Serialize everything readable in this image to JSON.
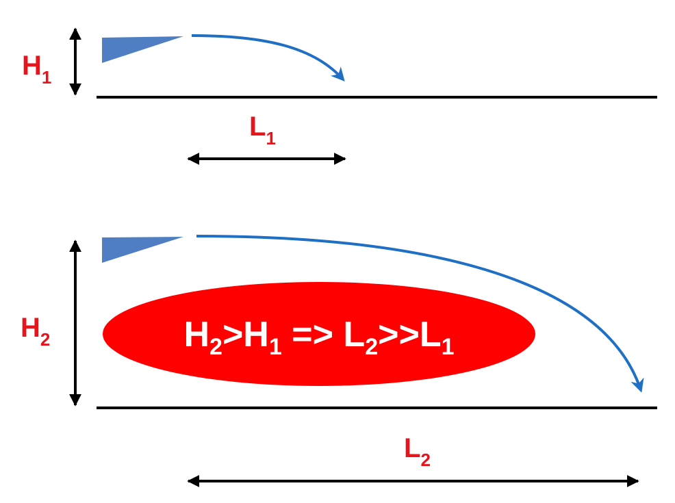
{
  "colors": {
    "label_red": "#e8141b",
    "ellipse_red": "#ff0000",
    "arrow_blue": "#1f6fc5",
    "wedge_blue": "#4f7fc2",
    "line_black": "#000000",
    "text_white": "#ffffff"
  },
  "top_panel": {
    "height_label": {
      "base": "H",
      "sub": "1"
    },
    "length_label": {
      "base": "L",
      "sub": "1"
    }
  },
  "bottom_panel": {
    "height_label": {
      "base": "H",
      "sub": "2"
    },
    "length_label": {
      "base": "L",
      "sub": "2"
    }
  },
  "callout": {
    "part1_base": "H",
    "part1_sub": "2",
    "part2_base": ">H",
    "part2_sub": "1",
    "part3_base": " => L",
    "part3_sub": "2",
    "part4_base": ">>L",
    "part4_sub": "1"
  }
}
